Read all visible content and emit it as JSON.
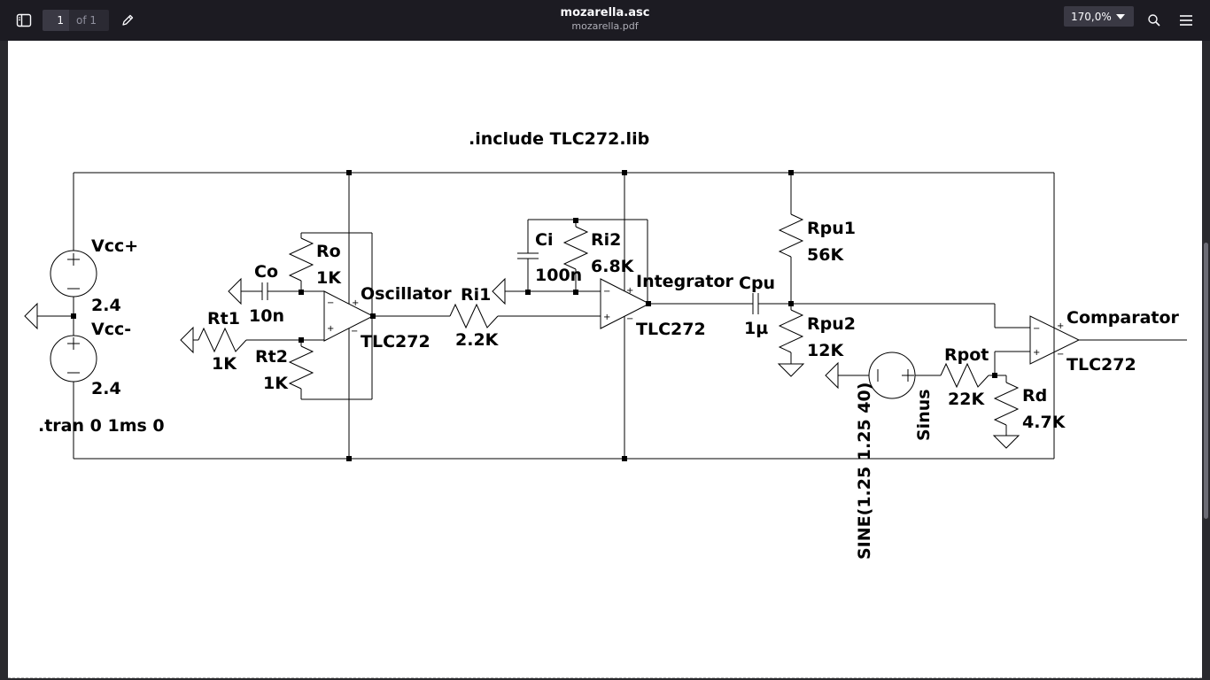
{
  "toolbar": {
    "page_number": "1",
    "page_count": "of 1",
    "title": "mozarella.asc",
    "subtitle": "mozarella.pdf",
    "zoom": "170,0%",
    "icons": [
      "sidebar-toggle-icon",
      "pen-icon",
      "search-icon",
      "menu-icon"
    ]
  },
  "schematic": {
    "directives": {
      "include": ".include TLC272.lib",
      "tran": ".tran 0 1ms 0"
    },
    "sources": {
      "vcc_plus": {
        "name": "Vcc+",
        "value": "2.4"
      },
      "vcc_minus": {
        "name": "Vcc-",
        "value": "2.4"
      },
      "sinus": {
        "name": "Sinus",
        "value": "SINE(1.25 1.25 40)"
      }
    },
    "parts": {
      "ro": {
        "name": "Ro",
        "value": "1K"
      },
      "co": {
        "name": "Co",
        "value": "10n"
      },
      "rt1": {
        "name": "Rt1",
        "value": "1K"
      },
      "rt2": {
        "name": "Rt2",
        "value": "1K"
      },
      "ri1": {
        "name": "Ri1",
        "value": "2.2K"
      },
      "ci": {
        "name": "Ci",
        "value": "100n"
      },
      "ri2": {
        "name": "Ri2",
        "value": "6.8K"
      },
      "cpu": {
        "name": "Cpu",
        "value": "1µ"
      },
      "rpu1": {
        "name": "Rpu1",
        "value": "56K"
      },
      "rpu2": {
        "name": "Rpu2",
        "value": "12K"
      },
      "rpot": {
        "name": "Rpot",
        "value": "22K"
      },
      "rd": {
        "name": "Rd",
        "value": "4.7K"
      }
    },
    "opamps": {
      "oscillator": {
        "name": "Oscillator",
        "model": "TLC272"
      },
      "integrator": {
        "name": "Integrator",
        "model": "TLC272"
      },
      "comparator": {
        "name": "Comparator",
        "model": "TLC272"
      }
    },
    "pin_signs": {
      "plus": "+",
      "minus": "−"
    }
  }
}
